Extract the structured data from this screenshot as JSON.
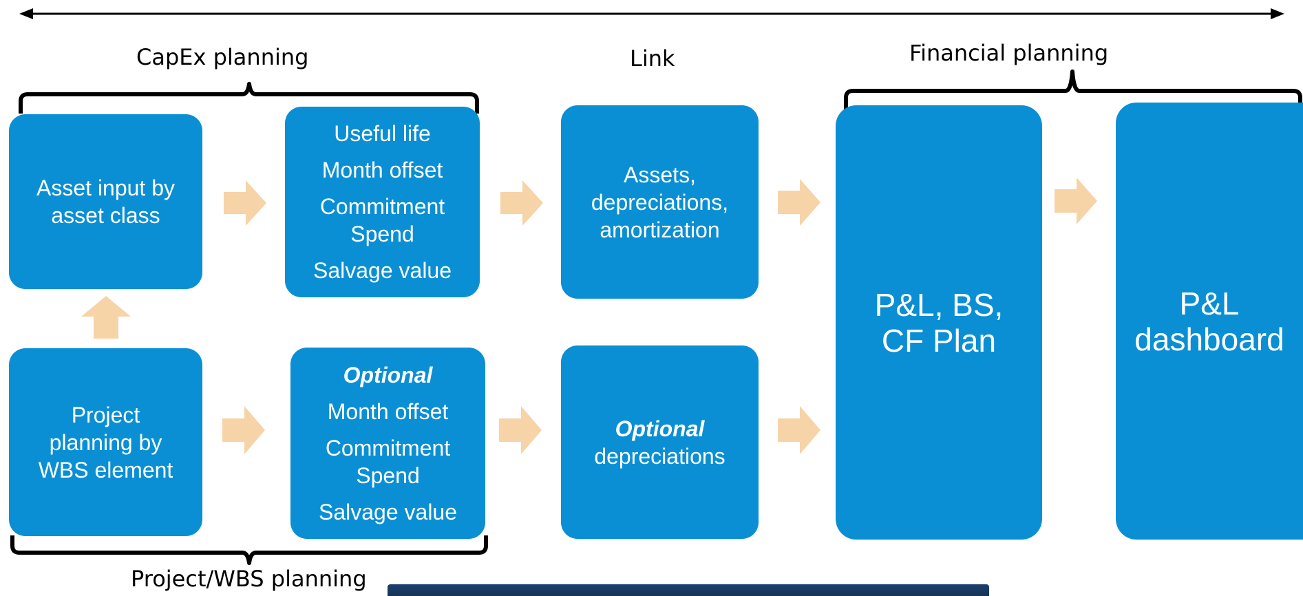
{
  "sections": {
    "capex": "CapEx planning",
    "link": "Link",
    "financial": "Financial planning",
    "project": "Project/WBS planning"
  },
  "boxes": {
    "asset_input": {
      "lines": [
        "Asset input by",
        "asset class"
      ]
    },
    "capex_params": {
      "lines": [
        "Useful life",
        "Month offset",
        "Commitment",
        "Spend",
        "Salvage value"
      ]
    },
    "assets_dep": {
      "lines": [
        "Assets,",
        "depreciations,",
        "amortization"
      ]
    },
    "project_planning": {
      "lines": [
        "Project",
        "planning by",
        "WBS element"
      ]
    },
    "project_params": {
      "optional": "Optional",
      "lines": [
        "Month offset",
        "Commitment",
        "Spend",
        "Salvage value"
      ]
    },
    "optional_dep": {
      "optional": "Optional",
      "lines": [
        "depreciations"
      ]
    },
    "pl_plan": {
      "lines": [
        "P&L, BS,",
        "CF Plan"
      ]
    },
    "pl_dashboard": {
      "lines": [
        "P&L",
        "dashboard"
      ]
    }
  },
  "colors": {
    "box": "#0a8fd4",
    "arrow": "#f7d3a8",
    "line": "#000000",
    "panel": "#1c3f6e"
  }
}
